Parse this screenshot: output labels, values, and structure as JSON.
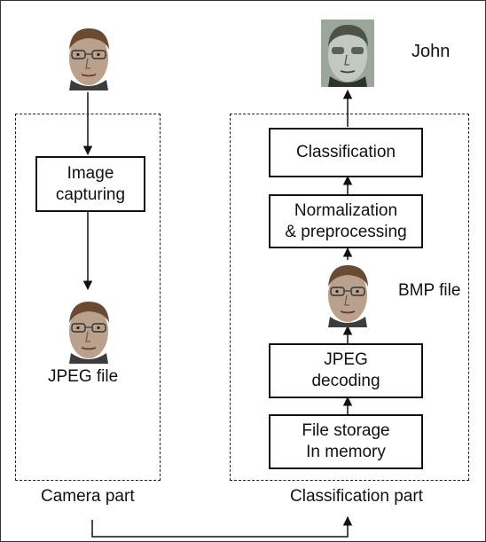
{
  "diagram": {
    "output_name": "John",
    "nodes": {
      "image_capturing": "Image\ncapturing",
      "classification": "Classification",
      "normalization": "Normalization\n& preprocessing",
      "jpeg_decoding": "JPEG\ndecoding",
      "file_storage": "File storage\nIn memory"
    },
    "labels": {
      "jpeg_file": "JPEG file",
      "bmp_file": "BMP file",
      "camera_part": "Camera part",
      "classification_part": "Classification part"
    }
  }
}
